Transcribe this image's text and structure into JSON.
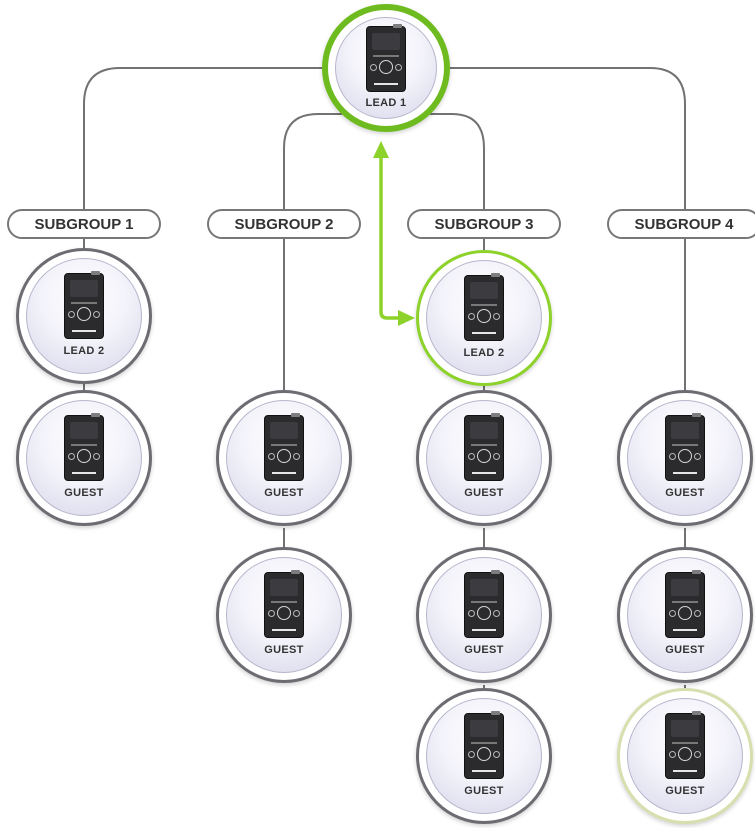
{
  "colors": {
    "line": "#727272",
    "green_arrow": "#8dd22a",
    "lead_ring": "#6dbb1e",
    "ring": "#6c6c72"
  },
  "device_icon": "bodypack-transceiver",
  "lead": {
    "label": "LEAD 1"
  },
  "subgroups": [
    {
      "label": "SUBGROUP 1",
      "nodes": [
        "LEAD 2",
        "GUEST"
      ]
    },
    {
      "label": "SUBGROUP 2",
      "nodes": [
        "GUEST",
        "GUEST"
      ]
    },
    {
      "label": "SUBGROUP 3",
      "nodes": [
        "LEAD 2",
        "GUEST",
        "GUEST",
        "GUEST"
      ]
    },
    {
      "label": "SUBGROUP 4",
      "nodes": [
        "GUEST",
        "GUEST",
        "GUEST"
      ]
    }
  ]
}
